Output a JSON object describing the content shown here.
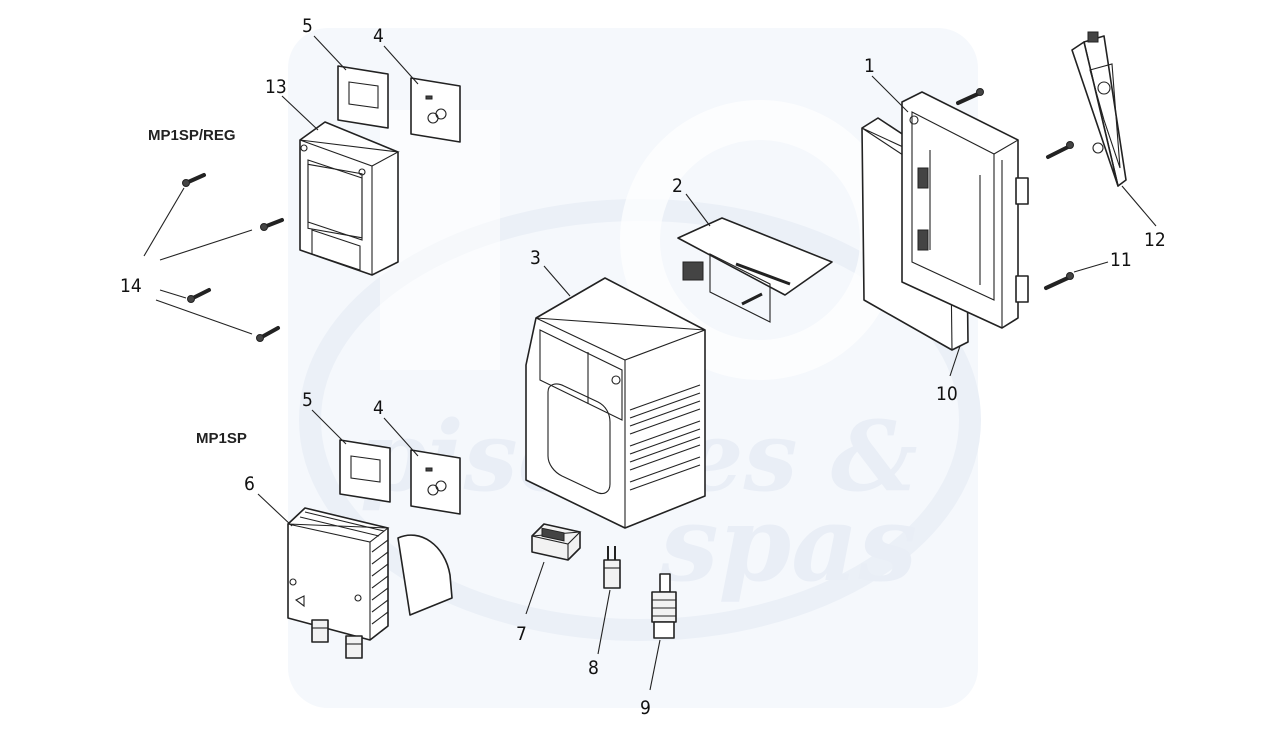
{
  "watermark": {
    "word1": "piscines &",
    "word2": "spas",
    "color": "#e9eef6"
  },
  "models": {
    "reg": "MP1SP/REG",
    "std": "MP1SP"
  },
  "callouts": {
    "p1": "1",
    "p2": "2",
    "p3": "3",
    "p4a": "4",
    "p4b": "4",
    "p5a": "5",
    "p5b": "5",
    "p6": "6",
    "p7": "7",
    "p8": "8",
    "p9": "9",
    "p10": "10",
    "p11": "11",
    "p12": "12",
    "p13": "13",
    "p14": "14"
  },
  "colors": {
    "line": "#222222",
    "background": "#ffffff"
  }
}
